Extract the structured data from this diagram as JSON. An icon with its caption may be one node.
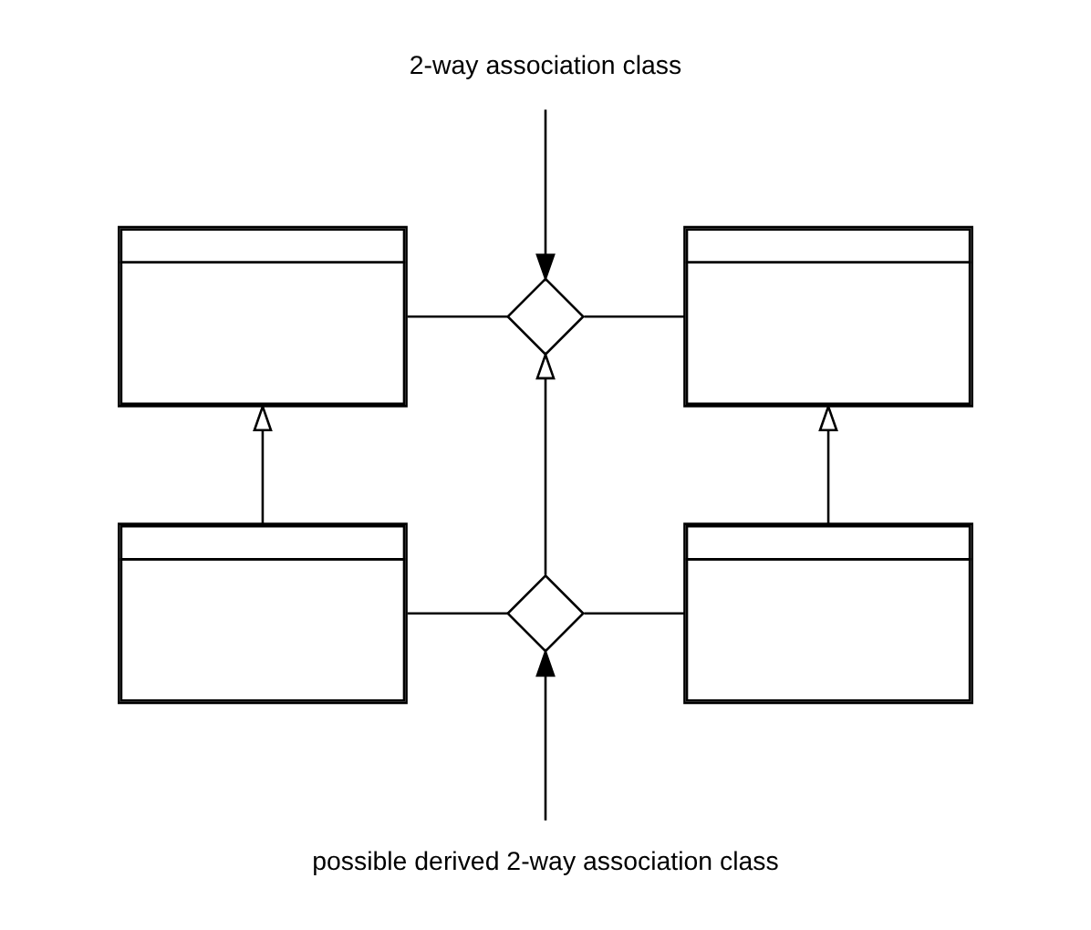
{
  "diagram": {
    "nodes": [
      {
        "text": [
          "2-way association class"
        ]
      },
      {
        "text": [],
        "shape": "box"
      },
      {
        "text": [],
        "shape": "diamond"
      },
      {
        "text": [],
        "shape": "box"
      },
      {
        "text": [],
        "shape": "box"
      },
      {
        "text": [],
        "shape": "diamond"
      },
      {
        "text": [],
        "shape": "box"
      },
      {
        "text": [
          "possible derived 2-way association class"
        ]
      }
    ],
    "edges": [
      {
        "from": 0,
        "to": 2,
        "arrow": "to"
      },
      {
        "from": 1,
        "to": 2,
        "arrow": "none"
      },
      {
        "from": 2,
        "to": 3,
        "arrow": "none"
      },
      {
        "from": 4,
        "to": 1,
        "arrow": "to"
      },
      {
        "from": 5,
        "to": 2,
        "arrow": "to"
      },
      {
        "from": 6,
        "to": 3,
        "arrow": "to"
      },
      {
        "from": 4,
        "to": 5,
        "arrow": "none"
      },
      {
        "from": 5,
        "to": 6,
        "arrow": "none"
      },
      {
        "from": 7,
        "to": 5,
        "arrow": "to"
      }
    ]
  }
}
